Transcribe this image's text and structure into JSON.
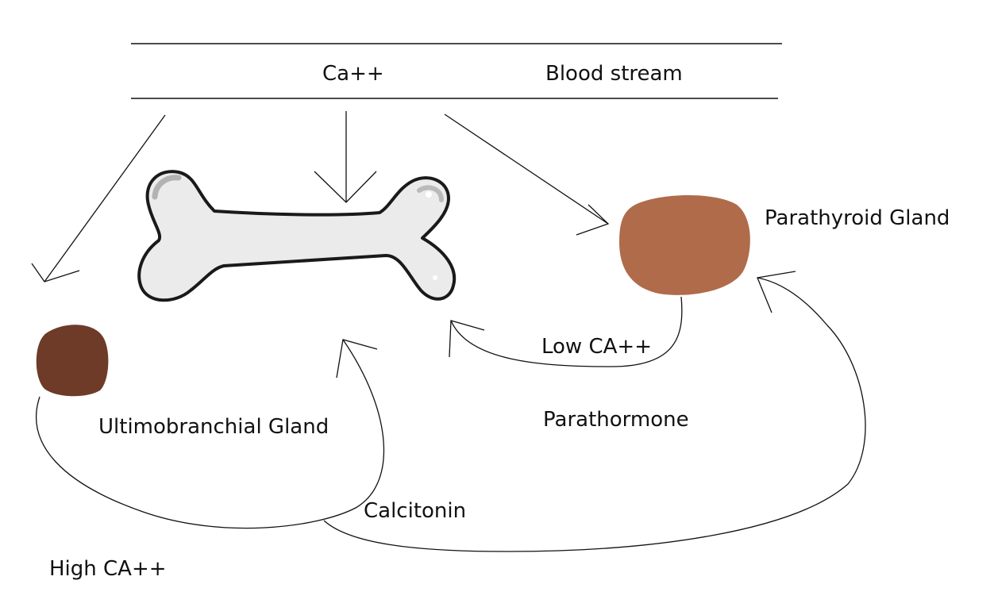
{
  "labels": {
    "calcium": "Ca++",
    "blood_stream": "Blood stream",
    "parathyroid_gland": "Parathyroid Gland",
    "low_ca": "Low CA++",
    "parathormone": "Parathormone",
    "ultimobranchial_gland": "Ultimobranchial Gland",
    "calcitonin": "Calcitonin",
    "high_ca": "High CA++"
  },
  "colors": {
    "ink": "#111111",
    "bone_fill": "#ebebeb",
    "bone_outline": "#1a1a1a",
    "parathyroid_gland": "#b06b4b",
    "ultimobranchial_gland": "#6e3b28"
  }
}
